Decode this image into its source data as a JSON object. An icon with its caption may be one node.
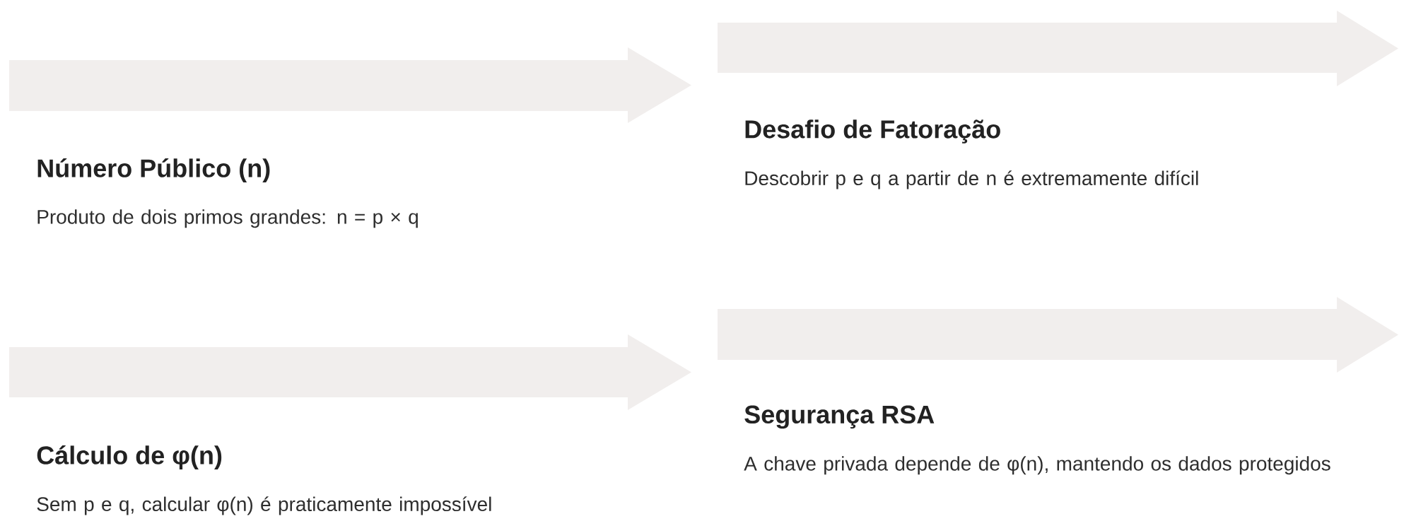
{
  "diagram": {
    "nodes": [
      {
        "text": [
          "Número Público (n)",
          "Produto de dois primos grandes: n = p × q"
        ]
      },
      {
        "text": [
          "Desafio de Fatoração",
          "Descobrir p e q a partir de n é extremamente difícil"
        ]
      },
      {
        "text": [
          "Cálculo de φ(n)",
          "Sem p e q, calcular φ(n) é praticamente impossível"
        ]
      },
      {
        "text": [
          "Segurança RSA",
          "A chave privada depende de φ(n), mantendo os dados protegidos"
        ]
      }
    ]
  }
}
